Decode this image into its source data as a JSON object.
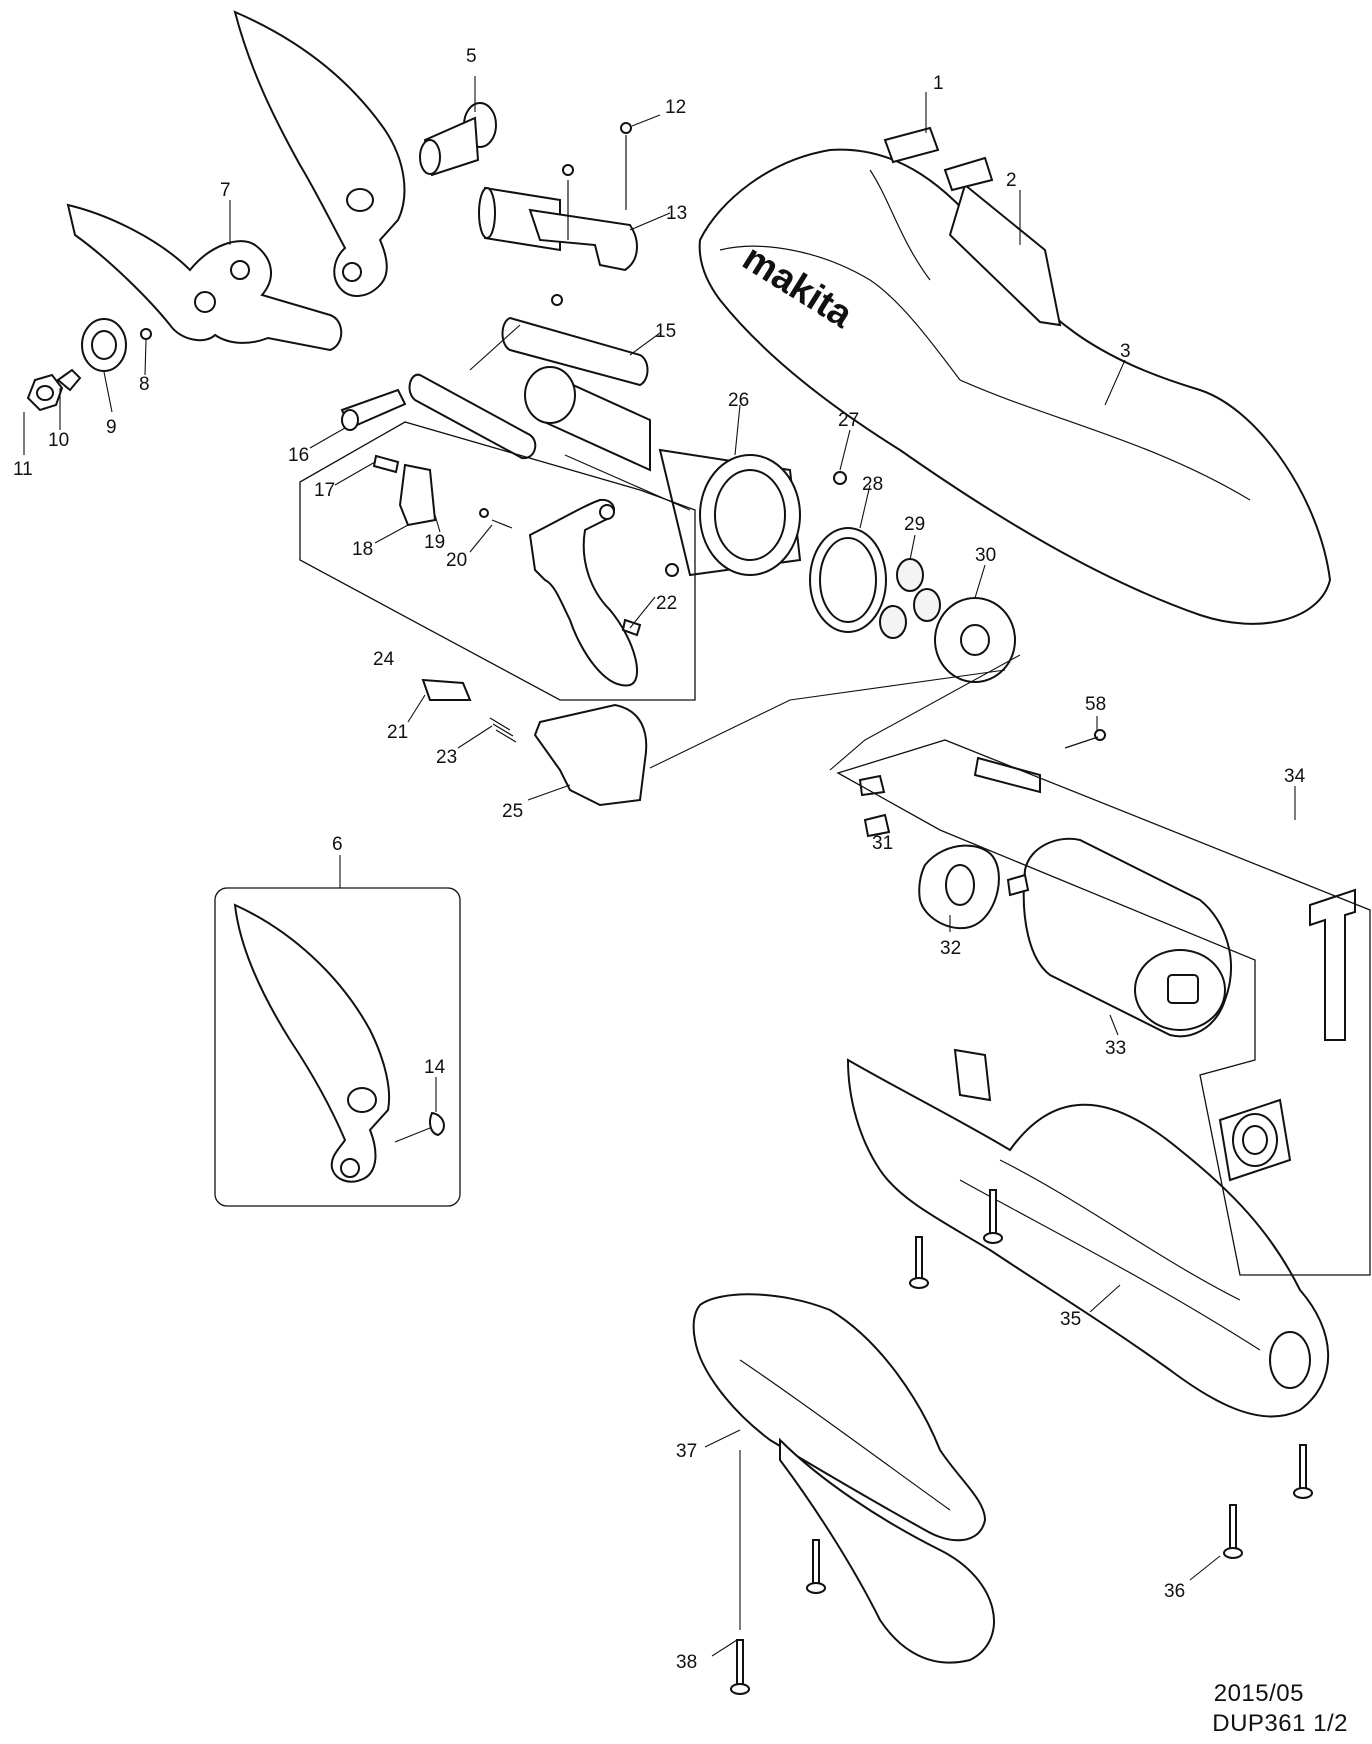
{
  "brand": "makita",
  "footer": {
    "date": "2015/05",
    "model_page": "DUP361 1/2"
  },
  "part_numbers": [
    "1",
    "2",
    "3",
    "5",
    "6",
    "7",
    "8",
    "9",
    "10",
    "11",
    "12",
    "13",
    "14",
    "15",
    "16",
    "17",
    "18",
    "19",
    "20",
    "21",
    "22",
    "23",
    "24",
    "25",
    "26",
    "27",
    "28",
    "29",
    "30",
    "31",
    "32",
    "33",
    "34",
    "35",
    "36",
    "37",
    "38",
    "58"
  ]
}
